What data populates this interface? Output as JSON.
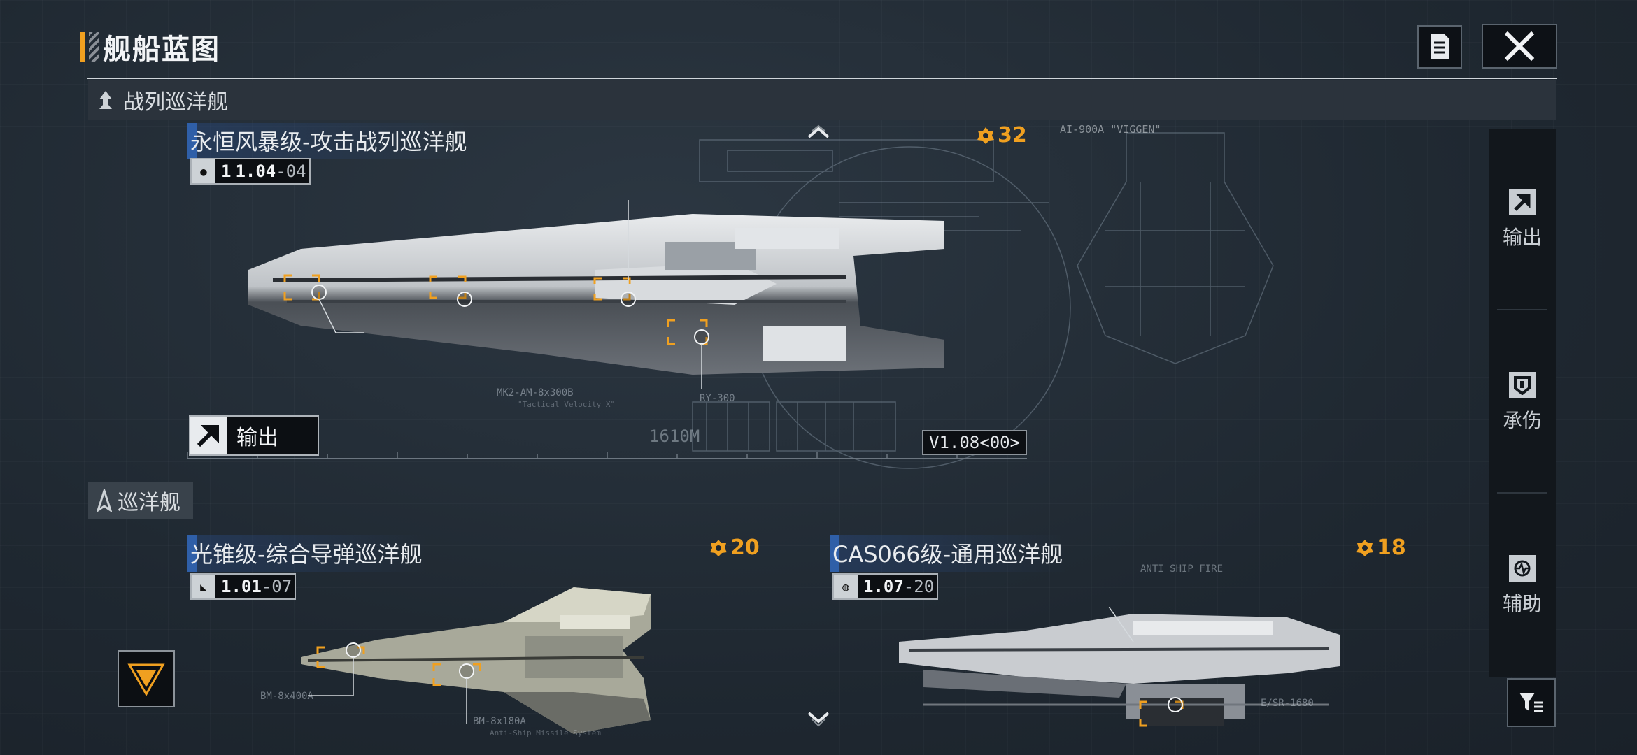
{
  "header": {
    "title": "舰船蓝图"
  },
  "category_top": {
    "label": "战列巡洋舰"
  },
  "category_cruiser": {
    "label": "巡洋舰"
  },
  "featured": {
    "name": "永恒风暴级-攻击战列巡洋舰",
    "icon_text": "1",
    "version_main": "1.04",
    "version_sub": "-04",
    "cost": "32",
    "role": "输出",
    "build_tag": "V1.08<00>",
    "length_label": "1610M"
  },
  "card_left": {
    "name": "光锥级-综合导弹巡洋舰",
    "version_main": "1.01",
    "version_sub": "-07",
    "cost": "20",
    "callout1": "BM-8x400A",
    "callout2": "BM-8x180A",
    "callout2_sub": "Anti-Ship Missile System"
  },
  "card_right": {
    "name": "CAS066级-通用巡洋舰",
    "version_main": "1.07",
    "version_sub": "-20",
    "cost": "18",
    "callout": "E/SR-1680",
    "label_top": "ANTI SHIP FIRE"
  },
  "side_filters": [
    {
      "label": "输出",
      "icon": "arrow-out-icon"
    },
    {
      "label": "承伤",
      "icon": "shield-icon"
    },
    {
      "label": "辅助",
      "icon": "support-icon"
    }
  ],
  "featured_callouts": {
    "c1": "MK2-AM-8x300B",
    "c1_sub": "\"Tactical Velocity X\"",
    "c2": "RY-300",
    "c3": "AI-900A \"VIGGEN\""
  },
  "colors": {
    "accent": "#f0a020",
    "name_highlight": "#2f5fa8",
    "panel": "#12171c",
    "background": "#1e2630"
  }
}
